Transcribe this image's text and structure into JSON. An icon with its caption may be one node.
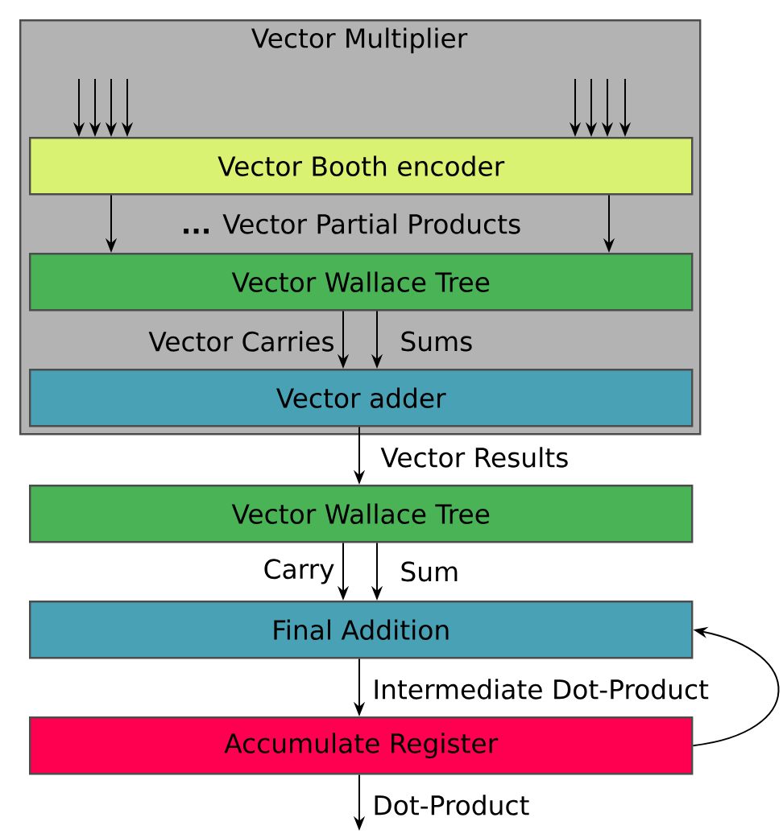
{
  "diagram": {
    "nodes": [
      {
        "text": [
          "Vector Multiplier"
        ]
      },
      {
        "text": [
          "Vector Booth encoder"
        ],
        "in": 0
      },
      {
        "text": [
          "Vector Wallace Tree"
        ],
        "in": 0
      },
      {
        "text": [
          "Vector adder"
        ],
        "in": 0
      },
      {
        "text": [
          "Vector Wallace Tree"
        ]
      },
      {
        "text": [
          "Final Addition"
        ]
      },
      {
        "text": [
          "Accumulate Register"
        ]
      }
    ],
    "edges": [
      {
        "from": null,
        "to": 1,
        "arrow": "to"
      },
      {
        "from": null,
        "to": 1,
        "arrow": "to"
      },
      {
        "from": null,
        "to": 1,
        "arrow": "to"
      },
      {
        "from": null,
        "to": 1,
        "arrow": "to"
      },
      {
        "from": null,
        "to": 1,
        "arrow": "to"
      },
      {
        "from": null,
        "to": 1,
        "arrow": "to"
      },
      {
        "from": null,
        "to": 1,
        "arrow": "to"
      },
      {
        "from": null,
        "to": 1,
        "arrow": "to"
      },
      {
        "from": 1,
        "to": 2,
        "arrow": "to",
        "label": "**...** Vector Partial Products"
      },
      {
        "from": 1,
        "to": 2,
        "arrow": "to"
      },
      {
        "from": 2,
        "to": 3,
        "arrow": "to",
        "label": "Vector Carries"
      },
      {
        "from": 2,
        "to": 3,
        "arrow": "to",
        "label": "Sums"
      },
      {
        "from": 3,
        "to": 4,
        "arrow": "to",
        "label": "Vector Results"
      },
      {
        "from": 4,
        "to": 5,
        "arrow": "to",
        "label": "Carry"
      },
      {
        "from": 4,
        "to": 5,
        "arrow": "to",
        "label": "Sum"
      },
      {
        "from": 5,
        "to": 6,
        "arrow": "to",
        "label": "Intermediate Dot-Product"
      },
      {
        "from": 6,
        "to": 5,
        "arrow": "to"
      },
      {
        "from": 6,
        "to": null,
        "arrow": "to",
        "label": "Dot-Product"
      }
    ]
  }
}
